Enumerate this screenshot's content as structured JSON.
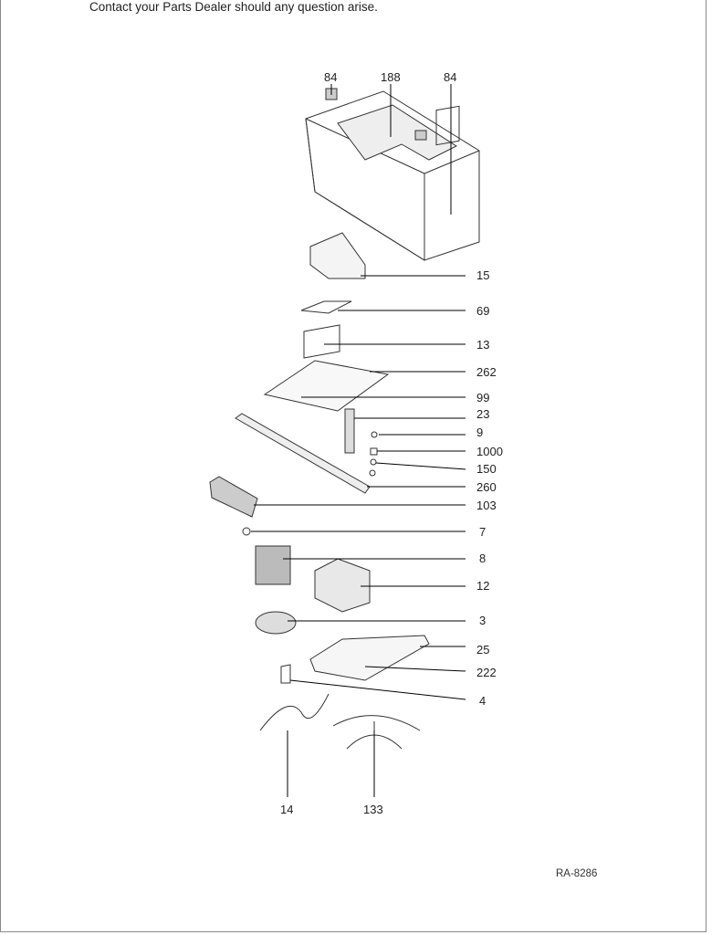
{
  "note": "Contact your Parts Dealer should any question arise.",
  "reference_code": "RA-8286",
  "top_labels": [
    "84",
    "188",
    "84"
  ],
  "right_labels": [
    "15",
    "69",
    "13",
    "262",
    "99",
    "23",
    "9",
    "1000",
    "150",
    "260",
    "103",
    "7",
    "8",
    "12",
    "3",
    "25",
    "222",
    "4"
  ],
  "bottom_labels": [
    "14",
    "133"
  ]
}
